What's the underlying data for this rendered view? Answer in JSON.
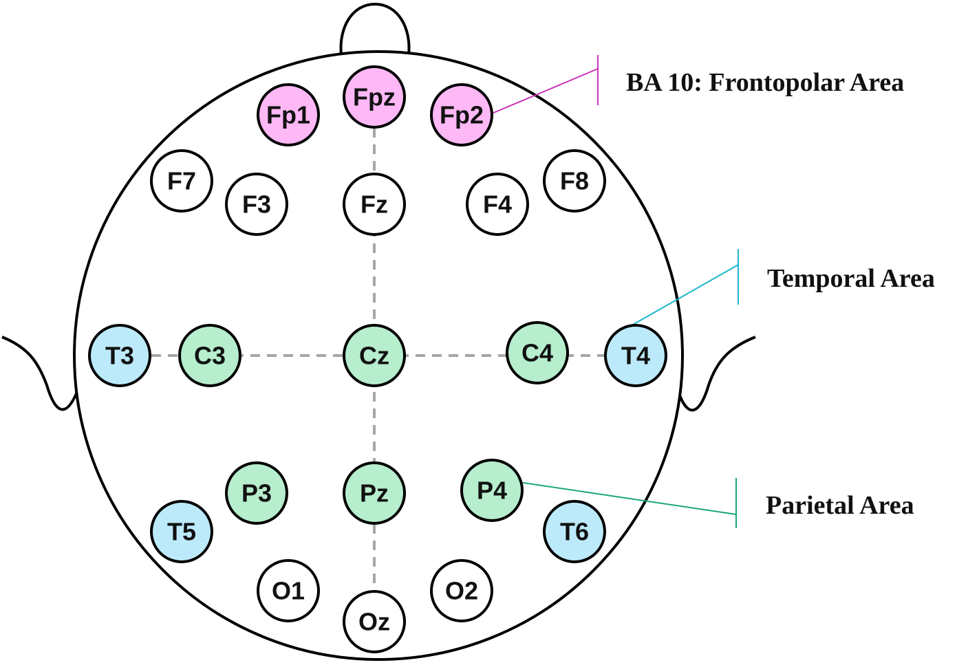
{
  "colors": {
    "outline": "#000000",
    "guide": "#a6a6a6",
    "frontopolar_fill": "#ffb8f6",
    "temporal_fill": "#bdeafb",
    "parietal_fill": "#b7eecd",
    "neutral_fill": "#ffffff",
    "frontopolar_line": "#cc33bb",
    "temporal_line": "#19b5c8",
    "parietal_line": "#1aa57a"
  },
  "electrodes": [
    {
      "id": "fp1",
      "label": "Fp1",
      "group": "frontopolar"
    },
    {
      "id": "fpz",
      "label": "Fpz",
      "group": "frontopolar"
    },
    {
      "id": "fp2",
      "label": "Fp2",
      "group": "frontopolar"
    },
    {
      "id": "f7",
      "label": "F7",
      "group": "neutral"
    },
    {
      "id": "f3",
      "label": "F3",
      "group": "neutral"
    },
    {
      "id": "fz",
      "label": "Fz",
      "group": "neutral"
    },
    {
      "id": "f4",
      "label": "F4",
      "group": "neutral"
    },
    {
      "id": "f8",
      "label": "F8",
      "group": "neutral"
    },
    {
      "id": "t3",
      "label": "T3",
      "group": "temporal"
    },
    {
      "id": "c3",
      "label": "C3",
      "group": "parietal"
    },
    {
      "id": "cz",
      "label": "Cz",
      "group": "parietal"
    },
    {
      "id": "c4",
      "label": "C4",
      "group": "parietal"
    },
    {
      "id": "t4",
      "label": "T4",
      "group": "temporal"
    },
    {
      "id": "p3",
      "label": "P3",
      "group": "parietal"
    },
    {
      "id": "pz",
      "label": "Pz",
      "group": "parietal"
    },
    {
      "id": "p4",
      "label": "P4",
      "group": "parietal"
    },
    {
      "id": "t5",
      "label": "T5",
      "group": "temporal"
    },
    {
      "id": "t6",
      "label": "T6",
      "group": "temporal"
    },
    {
      "id": "o1",
      "label": "O1",
      "group": "neutral"
    },
    {
      "id": "oz",
      "label": "Oz",
      "group": "neutral"
    },
    {
      "id": "o2",
      "label": "O2",
      "group": "neutral"
    }
  ],
  "areas": [
    {
      "id": "frontopolar",
      "label": "BA 10: Frontopolar Area"
    },
    {
      "id": "temporal",
      "label": "Temporal Area"
    },
    {
      "id": "parietal",
      "label": "Parietal Area"
    }
  ]
}
